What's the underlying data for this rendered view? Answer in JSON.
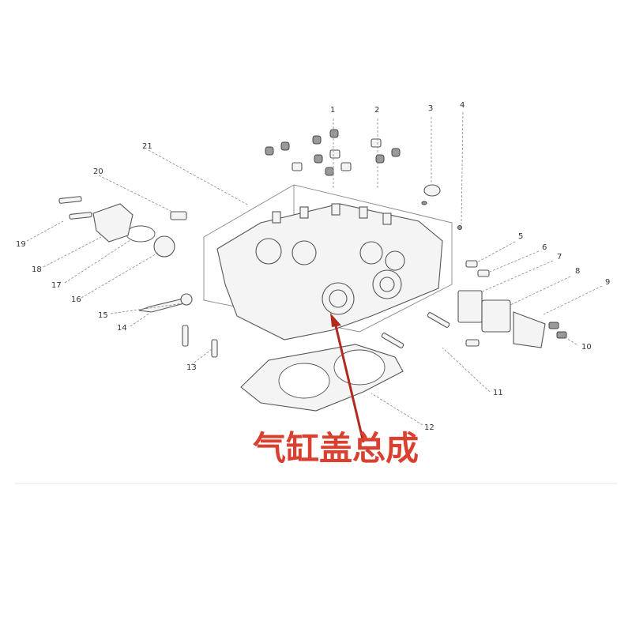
{
  "caption": "气缸盖总成",
  "caption_color": "#d9402f",
  "callouts": [
    "1",
    "2",
    "3",
    "4",
    "5",
    "6",
    "7",
    "8",
    "9",
    "10",
    "11",
    "12",
    "13",
    "14",
    "15",
    "16",
    "17",
    "18",
    "19",
    "20",
    "21"
  ]
}
